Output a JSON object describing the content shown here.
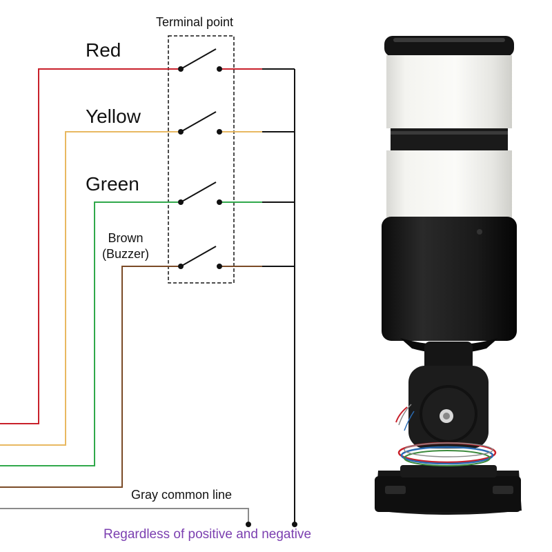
{
  "title": "Terminal point",
  "wires": {
    "red": "Red",
    "yellow": "Yellow",
    "green": "Green",
    "brown_line1": "Brown",
    "brown_line2": "(Buzzer)"
  },
  "common_line": "Gray common line",
  "note": "Regardless of positive and negative",
  "colors": {
    "red": "#c8202a",
    "yellow": "#e8b860",
    "green": "#2fa84a",
    "brown": "#7a4a26",
    "gray": "#8a8a8a",
    "note": "#7b3fb0",
    "black": "#111111"
  }
}
